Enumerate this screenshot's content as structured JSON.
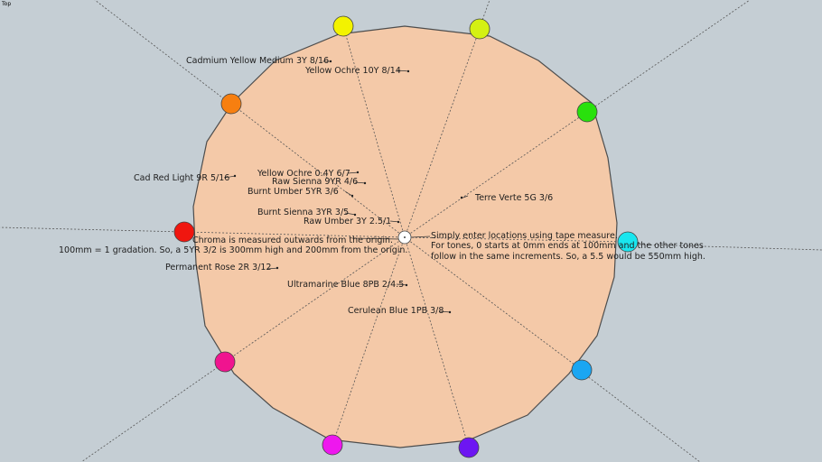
{
  "view": {
    "label": "Top"
  },
  "colors": {
    "background": "#c5ced4",
    "wheel_fill": "#f4c9a8",
    "wheel_stroke": "#4d4d4d",
    "axis_line": "#555555"
  },
  "hue_markers": [
    {
      "name": "yellow",
      "color": "#f3f300"
    },
    {
      "name": "yellow-green",
      "color": "#d4f013"
    },
    {
      "name": "green",
      "color": "#29e10d"
    },
    {
      "name": "cyan",
      "color": "#19e6ef"
    },
    {
      "name": "sky-blue",
      "color": "#1aa6f2"
    },
    {
      "name": "violet",
      "color": "#6d16f2"
    },
    {
      "name": "magenta",
      "color": "#ee17ee"
    },
    {
      "name": "rose",
      "color": "#f0148f"
    },
    {
      "name": "red",
      "color": "#f0160f"
    },
    {
      "name": "orange",
      "color": "#f77f10"
    }
  ],
  "paint_labels": [
    {
      "text": "Cadmium Yellow Medium 3Y 8/16"
    },
    {
      "text": "Yellow Ochre 10Y 8/14"
    },
    {
      "text": "Cad Red Light 9R 5/16"
    },
    {
      "text": "Yellow Ochre 0.4Y 6/7"
    },
    {
      "text": "Raw Sienna 9YR 4/6"
    },
    {
      "text": "Burnt Umber 5YR 3/6"
    },
    {
      "text": "Terre Verte 5G 3/6"
    },
    {
      "text": "Burnt Sienna 3YR 3/5"
    },
    {
      "text": "Raw Umber 3Y 2.5/1"
    },
    {
      "text": "Permanent Rose 2R 3/12"
    },
    {
      "text": "Ultramarine Blue 8PB 2/4.5"
    },
    {
      "text": "Cerulean Blue 1PB 3/8"
    }
  ],
  "notes": {
    "chroma_line1": "Chroma is measured outwards from the origin.",
    "chroma_line2": "100mm = 1 gradation. So, a 5YR 3/2 is 300mm high and 200mm from the origin.",
    "tone_line1": "Simply enter locations using tape measure.",
    "tone_line2": "For tones, 0 starts at 0mm ends at 100mm and the other tones",
    "tone_line3": "follow in the same increments. So, a 5.5 would be 550mm high."
  }
}
